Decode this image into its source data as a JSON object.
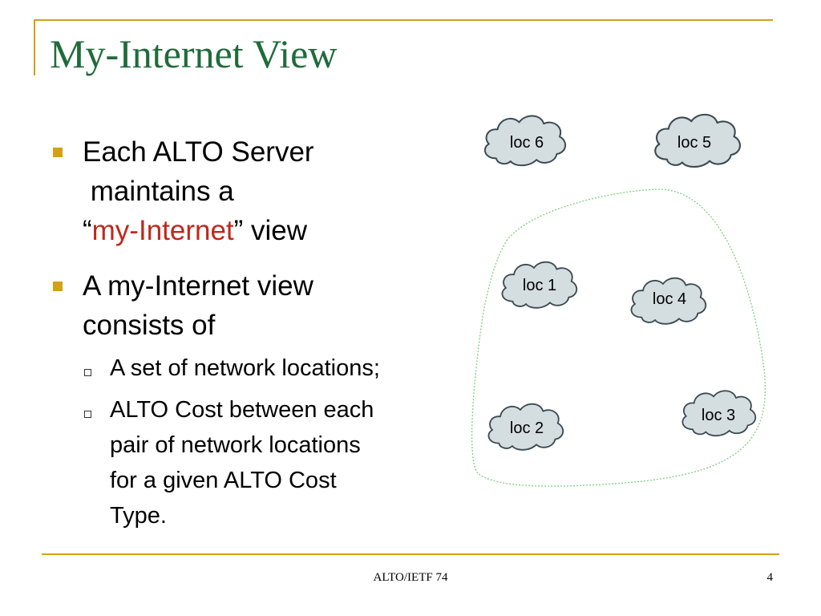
{
  "slide": {
    "title": "My-Internet View",
    "bullets": [
      {
        "lines": [
          "Each ALTO Server",
          " maintains a"
        ],
        "line3_prefix": "“",
        "line3_emphasis": "my-Internet",
        "line3_suffix": "” view"
      },
      {
        "lines": [
          "A my-Internet view",
          "consists of"
        ]
      }
    ],
    "sub_bullets": [
      {
        "lines": [
          "A set of network locations;"
        ]
      },
      {
        "lines": [
          "ALTO Cost between each",
          "pair of network locations",
          "for a given ALTO Cost",
          "Type."
        ]
      }
    ]
  },
  "diagram": {
    "clouds": [
      {
        "id": "loc6",
        "label": "loc 6"
      },
      {
        "id": "loc5",
        "label": "loc 5"
      },
      {
        "id": "loc1",
        "label": "loc 1"
      },
      {
        "id": "loc4",
        "label": "loc 4"
      },
      {
        "id": "loc2",
        "label": "loc 2"
      },
      {
        "id": "loc3",
        "label": "loc 3"
      }
    ]
  },
  "footer": {
    "center": "ALTO/IETF 74",
    "page": "4"
  },
  "colors": {
    "title": "#1f6b3a",
    "accent": "#d4a017",
    "emphasis": "#c0281c",
    "cloud_fill": "#d4dde0",
    "boundary": "#7ed07e"
  }
}
